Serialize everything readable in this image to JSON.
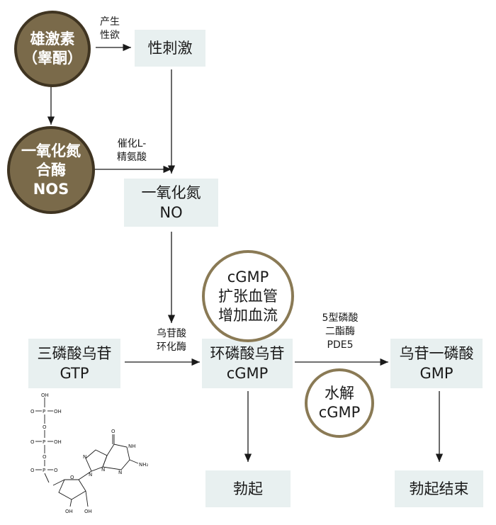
{
  "nodes": {
    "androgen": [
      "雄激素",
      "（睾酮）"
    ],
    "nos": [
      "一氧化氮",
      "合酶",
      "NOS"
    ],
    "libido": [
      "性刺激"
    ],
    "no": [
      "一氧化氮",
      "NO"
    ],
    "gtp": [
      "三磷酸乌苷",
      "GTP"
    ],
    "cgmp": [
      "环磷酸乌苷",
      "cGMP"
    ],
    "gmp": [
      "乌苷一磷酸",
      "GMP"
    ],
    "erection": [
      "勃起"
    ],
    "erection_end": [
      "勃起结束"
    ],
    "vasodilation": [
      "cGMP",
      "扩张血管",
      "增加血流"
    ],
    "hydrolysis": [
      "水解",
      "cGMP"
    ]
  },
  "edge_labels": {
    "produce_libido": [
      "产生",
      "性欲"
    ],
    "catalyze": [
      "催化L-",
      "精氨酸"
    ],
    "gc": [
      "乌苷酸",
      "环化酶"
    ],
    "pde5": [
      "5型磷酸",
      "二酯酶",
      "PDE5"
    ]
  },
  "molecule": {
    "oh_1": "OH",
    "oh_2": "OH",
    "oh_3": "OH",
    "o_1": "O",
    "o_2": "O",
    "o_3": "O",
    "o_4": "O",
    "o_5": "O",
    "o_6": "O",
    "o_7": "O",
    "p_1": "P",
    "p_2": "P",
    "p_3": "P",
    "n_1": "N",
    "n_2": "N",
    "n_3": "N",
    "n_4": "N",
    "nh": "NH",
    "nh2": "NH₂",
    "oh_4": "OH",
    "oh_5": "OH"
  }
}
